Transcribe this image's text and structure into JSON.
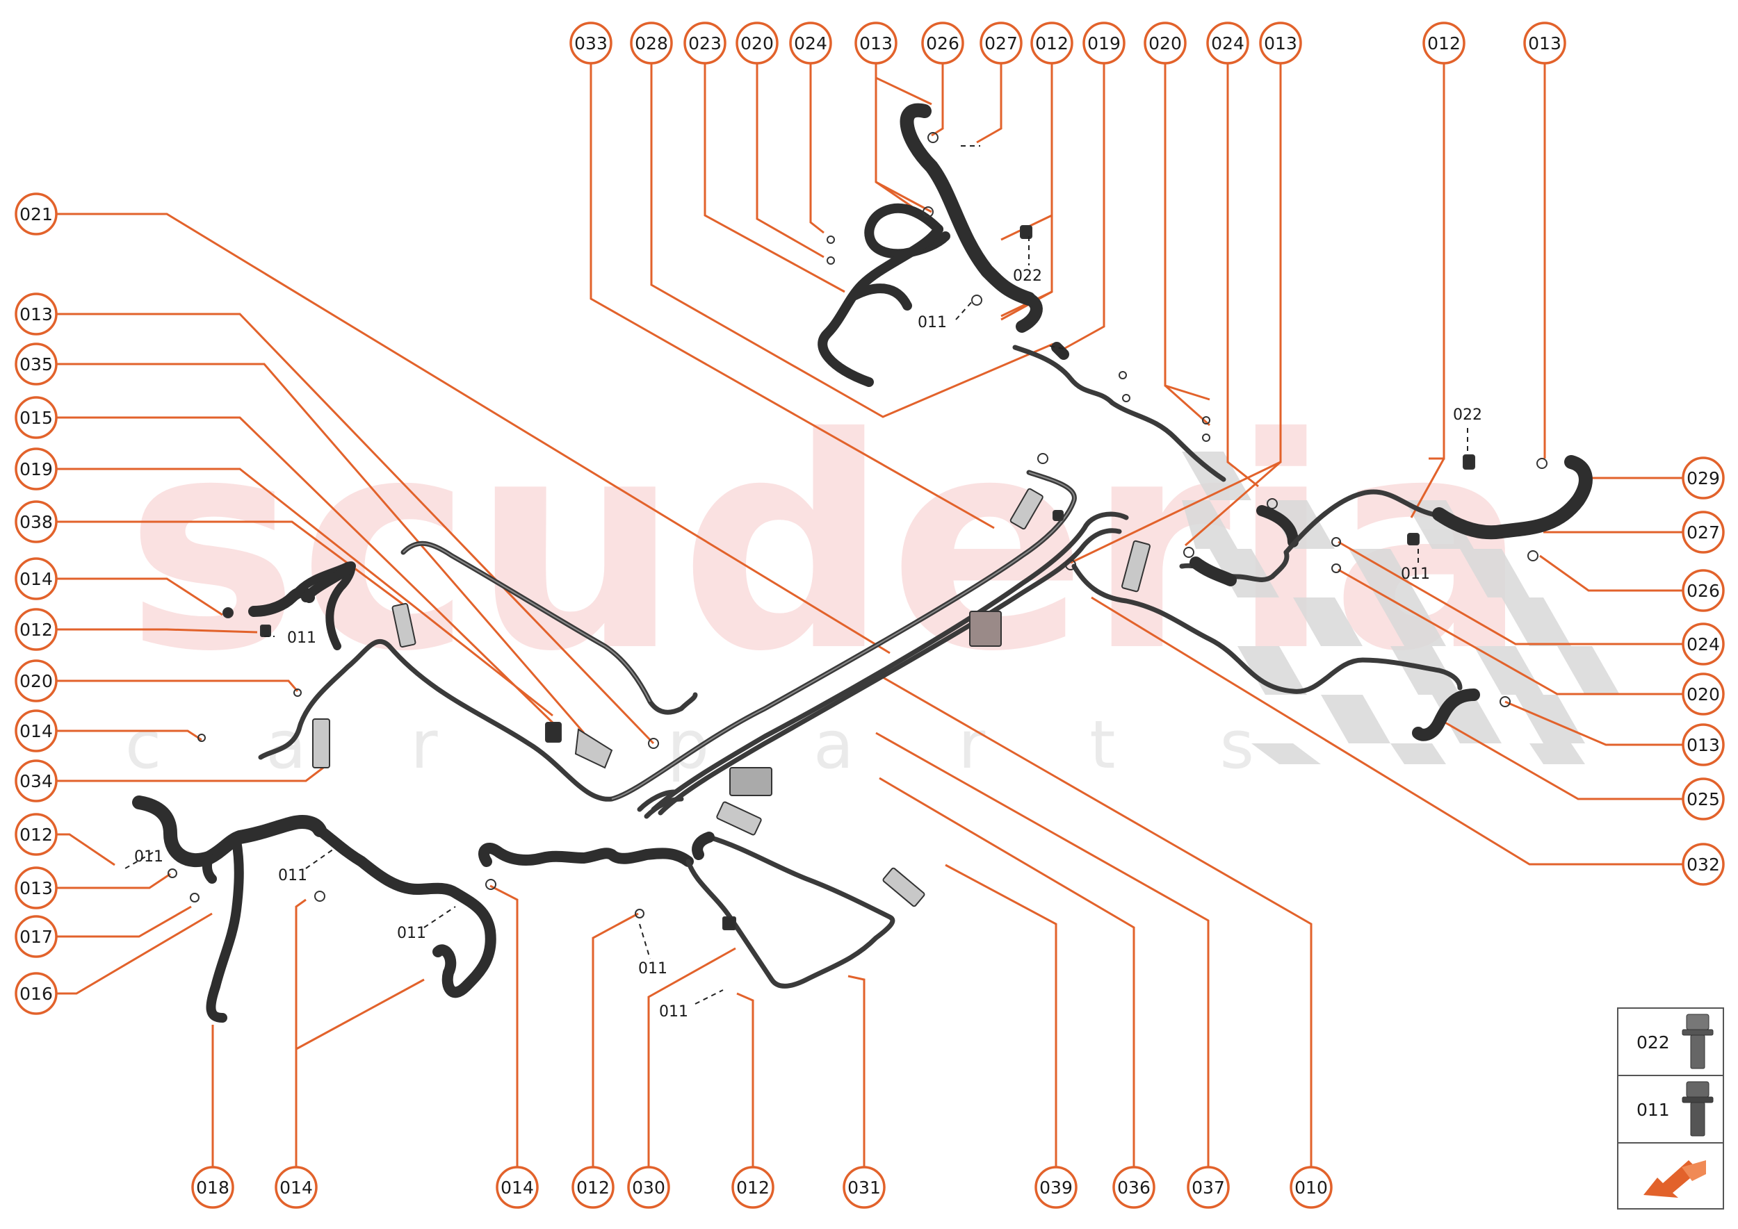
{
  "watermark": {
    "brand": "scuderia",
    "sub": "car parts"
  },
  "callouts_top": [
    "033",
    "028",
    "023",
    "020",
    "024",
    "013",
    "026",
    "027",
    "012",
    "019",
    "020",
    "024",
    "013",
    "012",
    "013"
  ],
  "callouts_left": [
    "021",
    "013",
    "035",
    "015",
    "019",
    "038",
    "014",
    "012",
    "020",
    "014",
    "034",
    "012",
    "013",
    "017",
    "016"
  ],
  "callouts_right": [
    "029",
    "027",
    "026",
    "024",
    "020",
    "013",
    "025",
    "032"
  ],
  "callouts_bottom": [
    "018",
    "014",
    "014",
    "012",
    "030",
    "012",
    "031",
    "039",
    "036",
    "037",
    "010"
  ],
  "inline_labels": [
    "022",
    "011",
    "011",
    "022",
    "011",
    "011",
    "011",
    "011",
    "011",
    "011",
    "011"
  ],
  "legend": {
    "items": [
      "022",
      "011"
    ]
  }
}
